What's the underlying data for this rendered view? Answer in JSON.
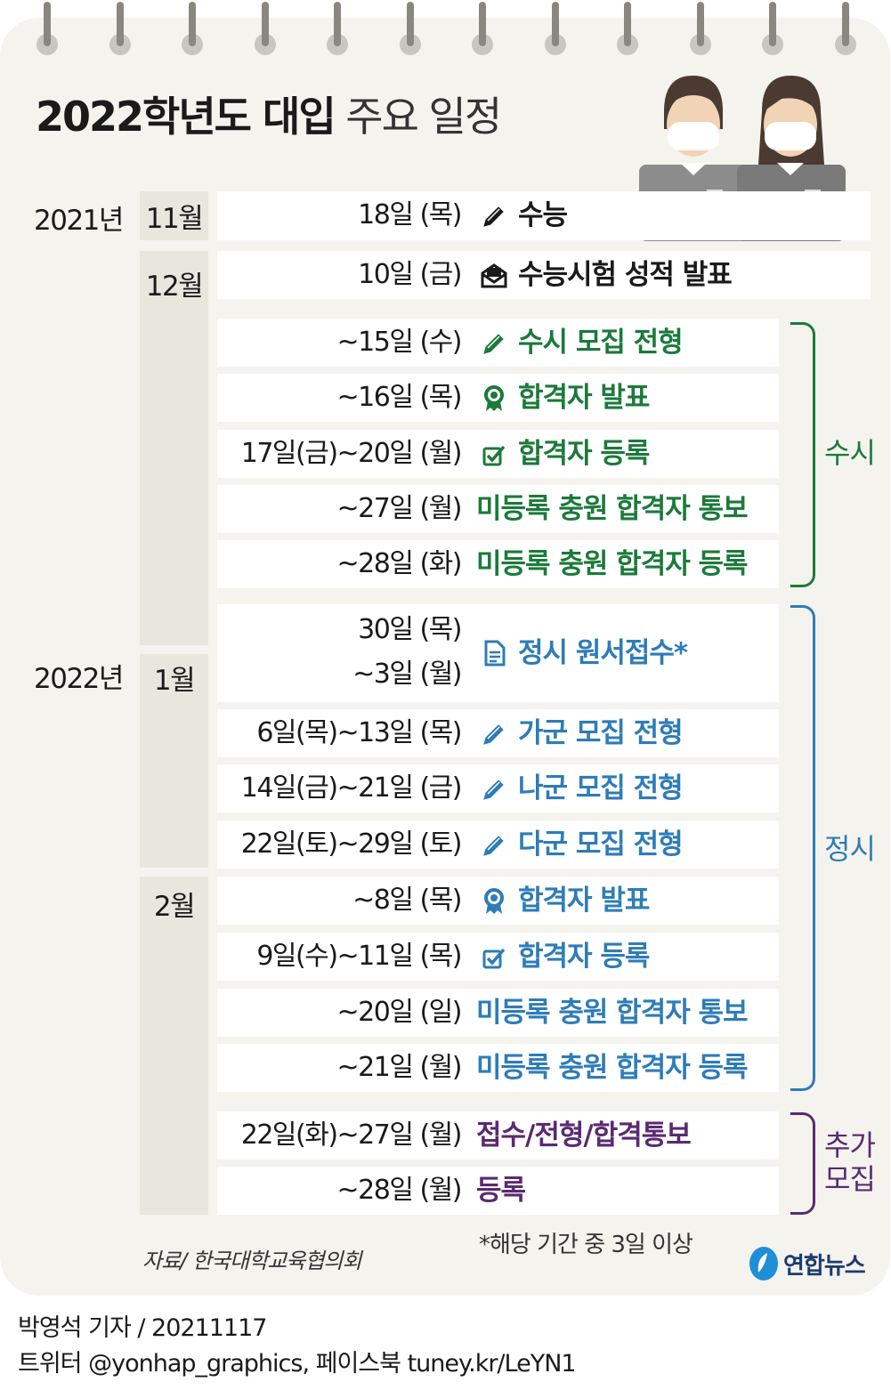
{
  "title": {
    "bold": "2022학년도 대입",
    "light": "주요 일정"
  },
  "years": [
    "2021년",
    "2022년"
  ],
  "months": [
    "11월",
    "12월",
    "1월",
    "2월"
  ],
  "colors": {
    "black": "#1a1a1a",
    "green": "#1b7a3a",
    "blue": "#2e7cb8",
    "purple": "#5a2a72"
  },
  "rows": [
    {
      "date": "18일 (목)",
      "icon": "pencil-icon",
      "label": "수능",
      "color": "black"
    },
    {
      "date": "10일 (금)",
      "icon": "envelope-icon",
      "label": "수능시험 성적 발표",
      "color": "black"
    },
    {
      "date": "~15일 (수)",
      "icon": "pencil-icon",
      "label": "수시 모집 전형",
      "color": "green"
    },
    {
      "date": "~16일 (목)",
      "icon": "award-icon",
      "label": "합격자 발표",
      "color": "green"
    },
    {
      "date": "17일(금)~20일 (월)",
      "icon": "checkbox-icon",
      "label": "합격자 등록",
      "color": "green"
    },
    {
      "date": "~27일 (월)",
      "icon": "",
      "label": "미등록 충원 합격자 통보",
      "color": "green"
    },
    {
      "date": "~28일 (화)",
      "icon": "",
      "label": "미등록 충원 합격자 등록",
      "color": "green"
    },
    {
      "date": "30일 (목)",
      "date2": "~3일 (월)",
      "icon": "document-icon",
      "label": "정시 원서접수*",
      "color": "blue"
    },
    {
      "date": "6일(목)~13일 (목)",
      "icon": "pencil-icon",
      "label": "가군 모집 전형",
      "color": "blue"
    },
    {
      "date": "14일(금)~21일 (금)",
      "icon": "pencil-icon",
      "label": "나군 모집 전형",
      "color": "blue"
    },
    {
      "date": "22일(토)~29일 (토)",
      "icon": "pencil-icon",
      "label": "다군 모집 전형",
      "color": "blue"
    },
    {
      "date": "~8일 (목)",
      "icon": "award-icon",
      "label": "합격자 발표",
      "color": "blue"
    },
    {
      "date": "9일(수)~11일 (목)",
      "icon": "checkbox-icon",
      "label": "합격자 등록",
      "color": "blue"
    },
    {
      "date": "~20일 (일)",
      "icon": "",
      "label": "미등록 충원 합격자 통보",
      "color": "blue"
    },
    {
      "date": "~21일 (월)",
      "icon": "",
      "label": "미등록 충원 합격자 등록",
      "color": "blue"
    },
    {
      "date": "22일(화)~27일 (월)",
      "icon": "",
      "label": "접수/전형/합격통보",
      "color": "purple"
    },
    {
      "date": "~28일 (월)",
      "icon": "",
      "label": "등록",
      "color": "purple"
    }
  ],
  "groups": [
    {
      "label": "수시",
      "color": "green"
    },
    {
      "label": "정시",
      "color": "blue"
    },
    {
      "label": "추가\n모집",
      "color": "purple"
    }
  ],
  "source": "자료/ 한국대학교육협의회",
  "footnote": "*해당 기간 중 3일 이상",
  "logo": "연합뉴스",
  "byline": "박영석 기자 / 20211117",
  "social": "트위터 @yonhap_graphics, 페이스북 tuney.kr/LeYN1"
}
